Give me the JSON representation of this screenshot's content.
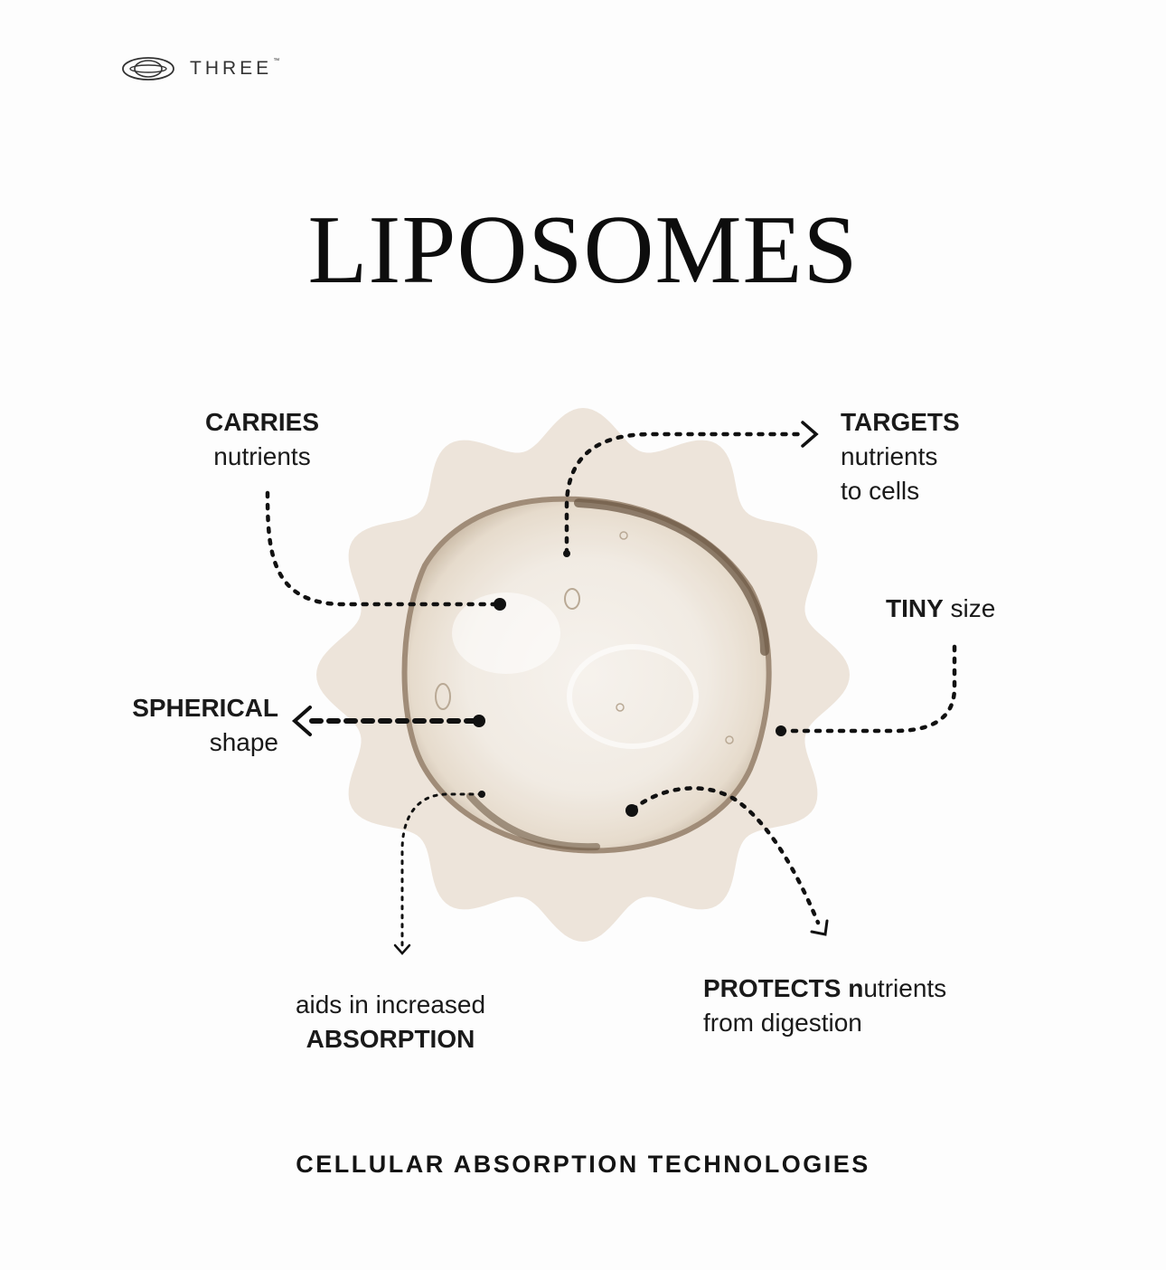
{
  "brand": {
    "name": "THREE",
    "tm": "™",
    "logo_icon": "ring-logo-icon"
  },
  "title": "LIPOSOMES",
  "labels": {
    "carries": {
      "bold": "CARRIES",
      "rest": "nutrients"
    },
    "targets": {
      "bold": "TARGETS",
      "rest1": "nutrients",
      "rest2": "to cells"
    },
    "tiny": {
      "bold": "TINY",
      "rest": " size"
    },
    "spherical": {
      "bold": "SPHERICAL",
      "rest": "shape"
    },
    "absorption": {
      "rest": "aids in increased",
      "bold": "ABSORPTION"
    },
    "protects": {
      "bold": "PROTECTS n",
      "rest1": "utrients",
      "rest2": "from digestion"
    }
  },
  "footer": "CELLULAR ABSORPTION TECHNOLOGIES",
  "colors": {
    "badge": "#ede4da",
    "text": "#111111",
    "droplet_edge": "#8a7560"
  }
}
